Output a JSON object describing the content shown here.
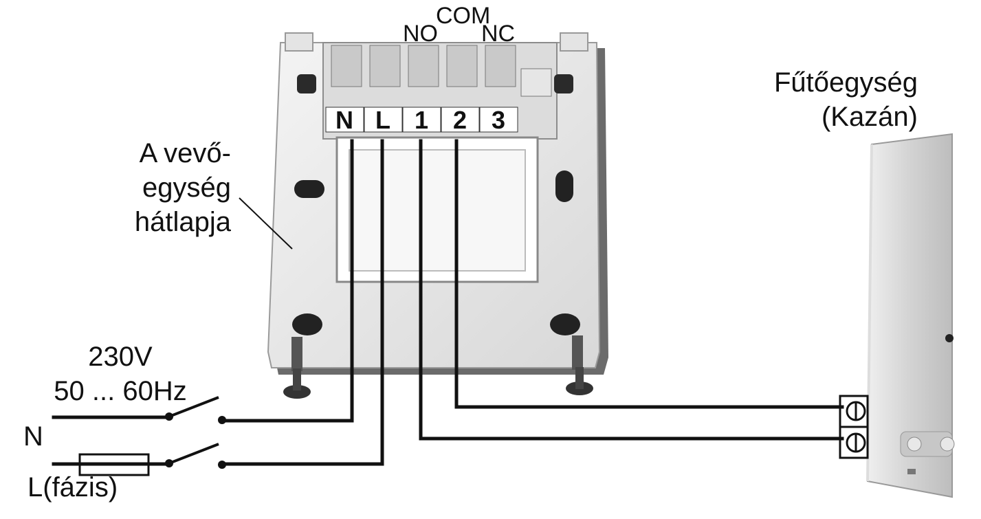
{
  "receiver": {
    "label_lines": [
      "A vevő-",
      "egység",
      "hátlapja"
    ],
    "terminals": [
      "N",
      "L",
      "1",
      "2",
      "3"
    ],
    "relay_labels": {
      "no": "NO",
      "com": "COM",
      "nc": "NC"
    }
  },
  "supply": {
    "voltage": "230V",
    "frequency": "50 ... 60Hz",
    "neutral_label": "N",
    "phase_label": "L(fázis)"
  },
  "heater": {
    "label_lines": [
      "Fűtőegység",
      "(Kazán)"
    ]
  },
  "colors": {
    "wire": "#111111",
    "plate": "#e9e9e9",
    "plate_shadow": "#b8b8b8",
    "heater": "#d6d6d6"
  }
}
